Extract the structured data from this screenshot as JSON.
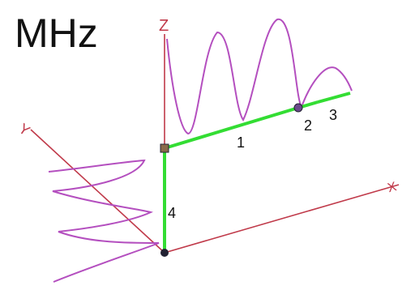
{
  "title": "MHz",
  "axes": {
    "z_label": "Z",
    "y_label": "Y",
    "x_label": "X"
  },
  "segments": [
    "1",
    "2",
    "3",
    "4"
  ],
  "colors": {
    "axis": "#c03a4a",
    "wire": "#33dd33",
    "pattern": "#b44fbf",
    "node": "#222233",
    "text": "#111111"
  }
}
